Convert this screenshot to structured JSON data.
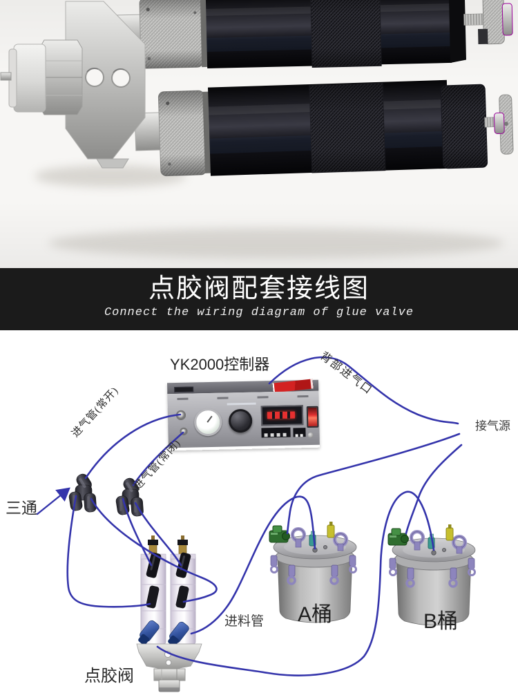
{
  "banner": {
    "title": "点胶阀配套接线图",
    "subtitle": "Connect the wiring diagram of glue valve"
  },
  "diagram": {
    "controller_label": "YK2000控制器",
    "back_air_inlet_label": "背部进气口",
    "air_source_label": "接气源",
    "air_tube_open_label": "进气管(常开)",
    "air_tube_closed_label": "进气管(常闭)",
    "tee_label": "三通",
    "feed_tube_label": "进料管",
    "glue_valve_label": "点胶阀",
    "tank_a_label": "A桶",
    "tank_b_label": "B桶"
  },
  "colors": {
    "tube_blue": "#3434ab",
    "banner_bg": "#1b1b1b",
    "label_text": "#2b2b2b"
  }
}
